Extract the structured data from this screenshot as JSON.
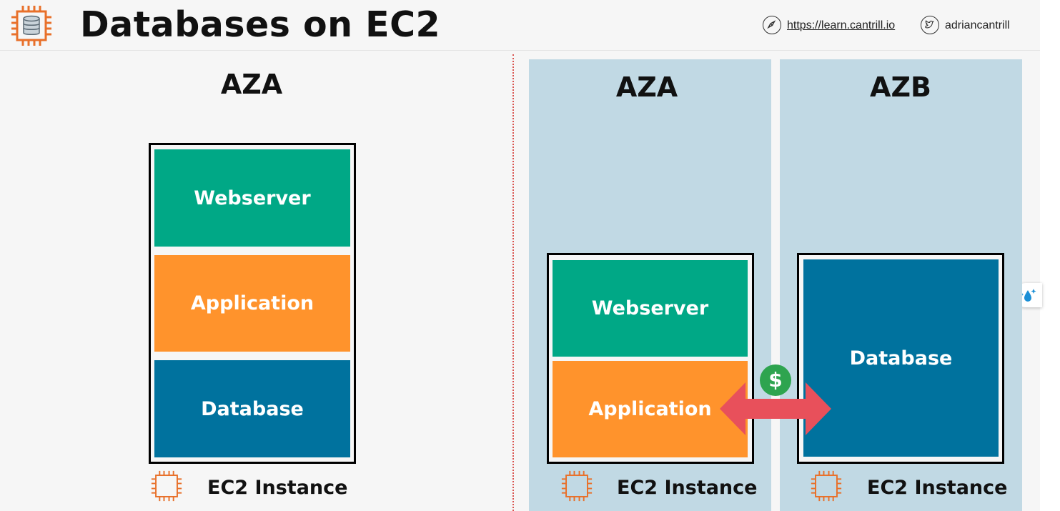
{
  "header": {
    "title": "Databases on EC2",
    "website": "https://learn.cantrill.io",
    "twitter_handle": "adriancantrill"
  },
  "left_diagram": {
    "az_label": "AZA",
    "tiers": [
      "Webserver",
      "Application",
      "Database"
    ],
    "instance_label": "EC2 Instance"
  },
  "right_diagram": {
    "zones": [
      {
        "az_label": "AZA",
        "tiers": [
          "Webserver",
          "Application"
        ],
        "instance_label": "EC2 Instance"
      },
      {
        "az_label": "AZB",
        "tiers": [
          "Database"
        ],
        "instance_label": "EC2 Instance"
      }
    ],
    "cost_symbol": "$"
  },
  "colors": {
    "webserver": "#00a886",
    "application": "#ff932c",
    "database": "#00729e",
    "az_background": "#c1d9e4",
    "arrow": "#e8505b",
    "cost_badge": "#2ea44f",
    "ec2_icon": "#e8702a"
  }
}
